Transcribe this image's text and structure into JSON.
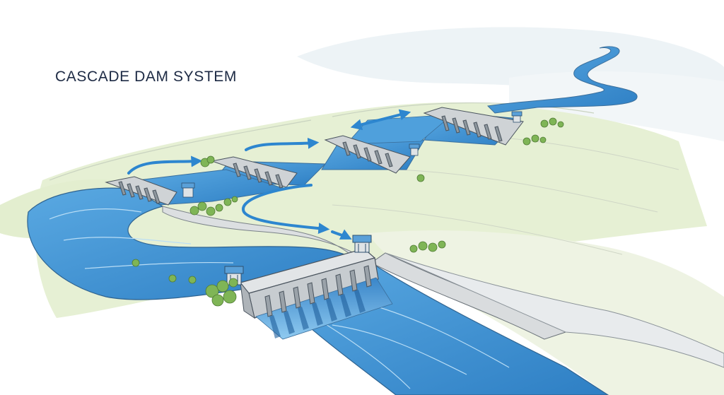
{
  "diagram": {
    "title": "CASCADE DAM SYSTEM",
    "colors": {
      "water": "#3f96d8",
      "water_dark": "#2a78bd",
      "water_light": "#8cc6ef",
      "land": "#e3efcf",
      "concrete": "#d6d9dc",
      "concrete_dark": "#9aa2a9",
      "outline": "#4a545e",
      "arrow": "#2d86cf",
      "tree": "#7fb556",
      "sky": "#e8f0f4"
    },
    "dams": [
      {
        "name": "upper-dam",
        "has_gatehouse": true
      },
      {
        "name": "upper-middle-dam",
        "has_gatehouse": true
      },
      {
        "name": "lower-middle-dam",
        "has_gatehouse": false
      },
      {
        "name": "reservoir-entry-dam",
        "has_gatehouse": true
      },
      {
        "name": "main-dam",
        "has_gatehouse": true
      }
    ]
  }
}
